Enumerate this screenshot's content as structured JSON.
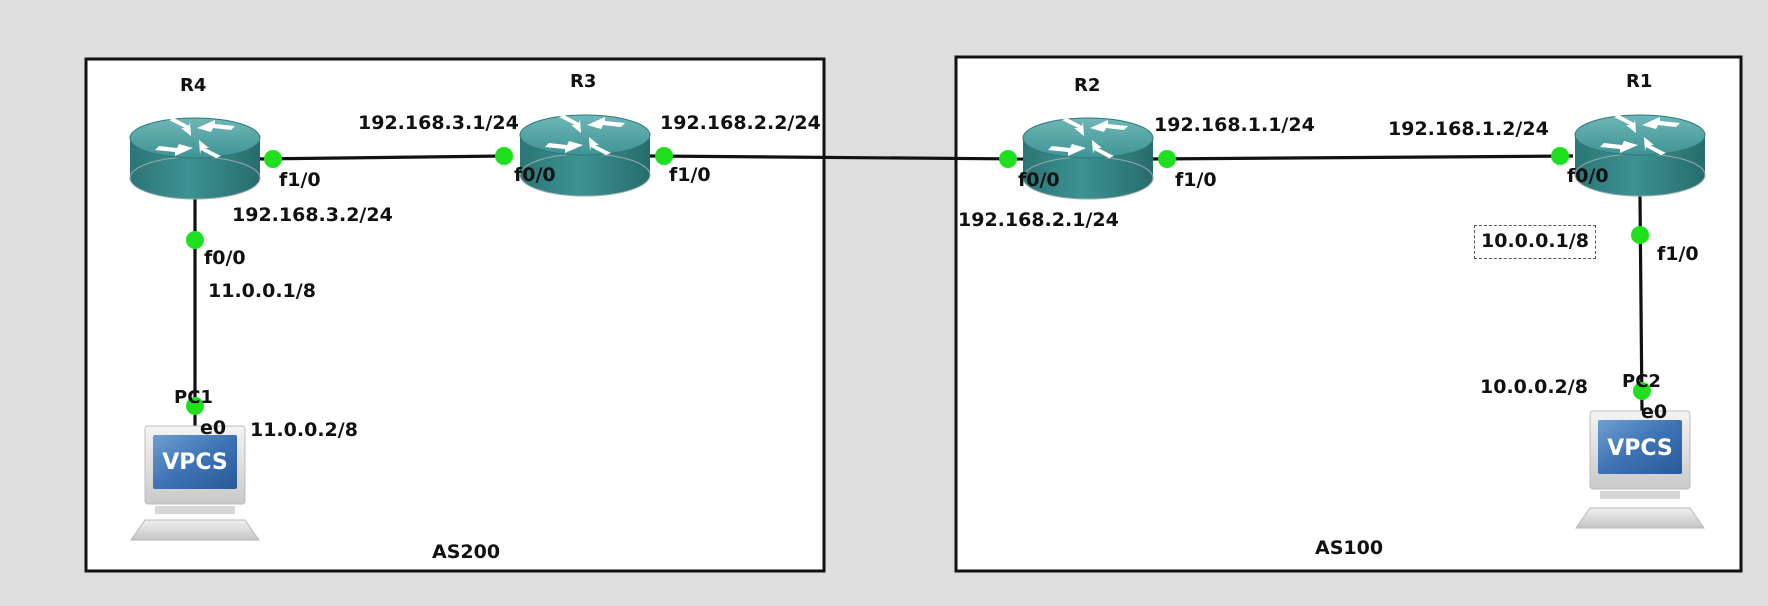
{
  "areas": [
    {
      "id": "as200",
      "label": "AS200"
    },
    {
      "id": "as100",
      "label": "AS100"
    }
  ],
  "devices": [
    {
      "id": "R4",
      "type": "router",
      "label": "R4"
    },
    {
      "id": "R3",
      "type": "router",
      "label": "R3"
    },
    {
      "id": "R2",
      "type": "router",
      "label": "R2"
    },
    {
      "id": "R1",
      "type": "router",
      "label": "R1"
    },
    {
      "id": "PC1",
      "type": "vpcs",
      "label": "PC1",
      "screen_text": "VPCS"
    },
    {
      "id": "PC2",
      "type": "vpcs",
      "label": "PC2",
      "screen_text": "VPCS"
    }
  ],
  "links": [
    {
      "a": "R4",
      "a_if": "f1/0",
      "b": "R3",
      "b_if": "f0/0"
    },
    {
      "a": "R3",
      "a_if": "f1/0",
      "b": "R2",
      "b_if": "f0/0"
    },
    {
      "a": "R2",
      "a_if": "f1/0",
      "b": "R1",
      "b_if": "f0/0"
    },
    {
      "a": "R4",
      "a_if": "f0/0",
      "b": "PC1",
      "b_if": "e0"
    },
    {
      "a": "R1",
      "a_if": "f1/0",
      "b": "PC2",
      "b_if": "e0"
    }
  ],
  "interface_labels": {
    "r4_f10": "f1/0",
    "r3_f00": "f0/0",
    "r3_f10": "f1/0",
    "r2_f00": "f0/0",
    "r2_f10": "f1/0",
    "r1_f00": "f0/0",
    "r4_f00": "f0/0",
    "pc1_e0": "e0",
    "r1_f10": "f1/0",
    "pc2_e0": "e0"
  },
  "address_labels": {
    "r3_f00": "192.168.3.1/24",
    "r3_f10": "192.168.2.2/24",
    "r4_f10": "192.168.3.2/24",
    "r4_f00": "11.0.0.1/8",
    "pc1": "11.0.0.2/8",
    "r2_f10": "192.168.1.1/24",
    "r1_f00": "192.168.1.2/24",
    "r2_f00": "192.168.2.1/24",
    "r1_f10": "10.0.0.1/8",
    "pc2": "10.0.0.2/8"
  },
  "colors": {
    "background": "#dedede",
    "area_fill": "#ffffff",
    "area_border": "#111111",
    "link": "#111111",
    "port_up": "#1fe01f",
    "router_body": "#3a8a8b"
  }
}
